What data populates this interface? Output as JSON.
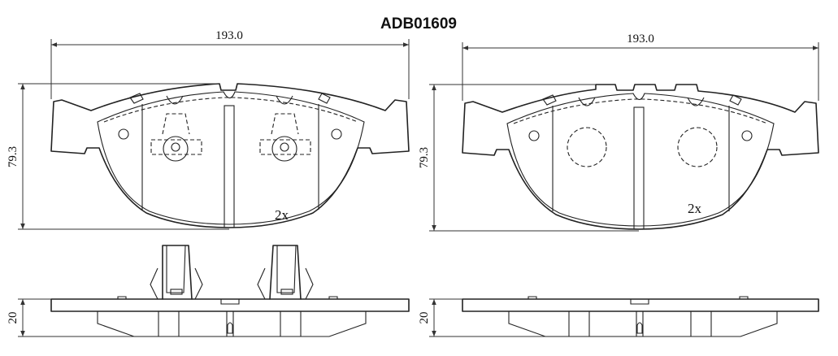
{
  "part_number": "ADB01609",
  "left_pad": {
    "width_label": "193.0",
    "height_label": "79.3",
    "thickness_label": "20",
    "quantity_label": "2x"
  },
  "right_pad": {
    "width_label": "193.0",
    "height_label": "79.3",
    "thickness_label": "20",
    "quantity_label": "2x"
  }
}
